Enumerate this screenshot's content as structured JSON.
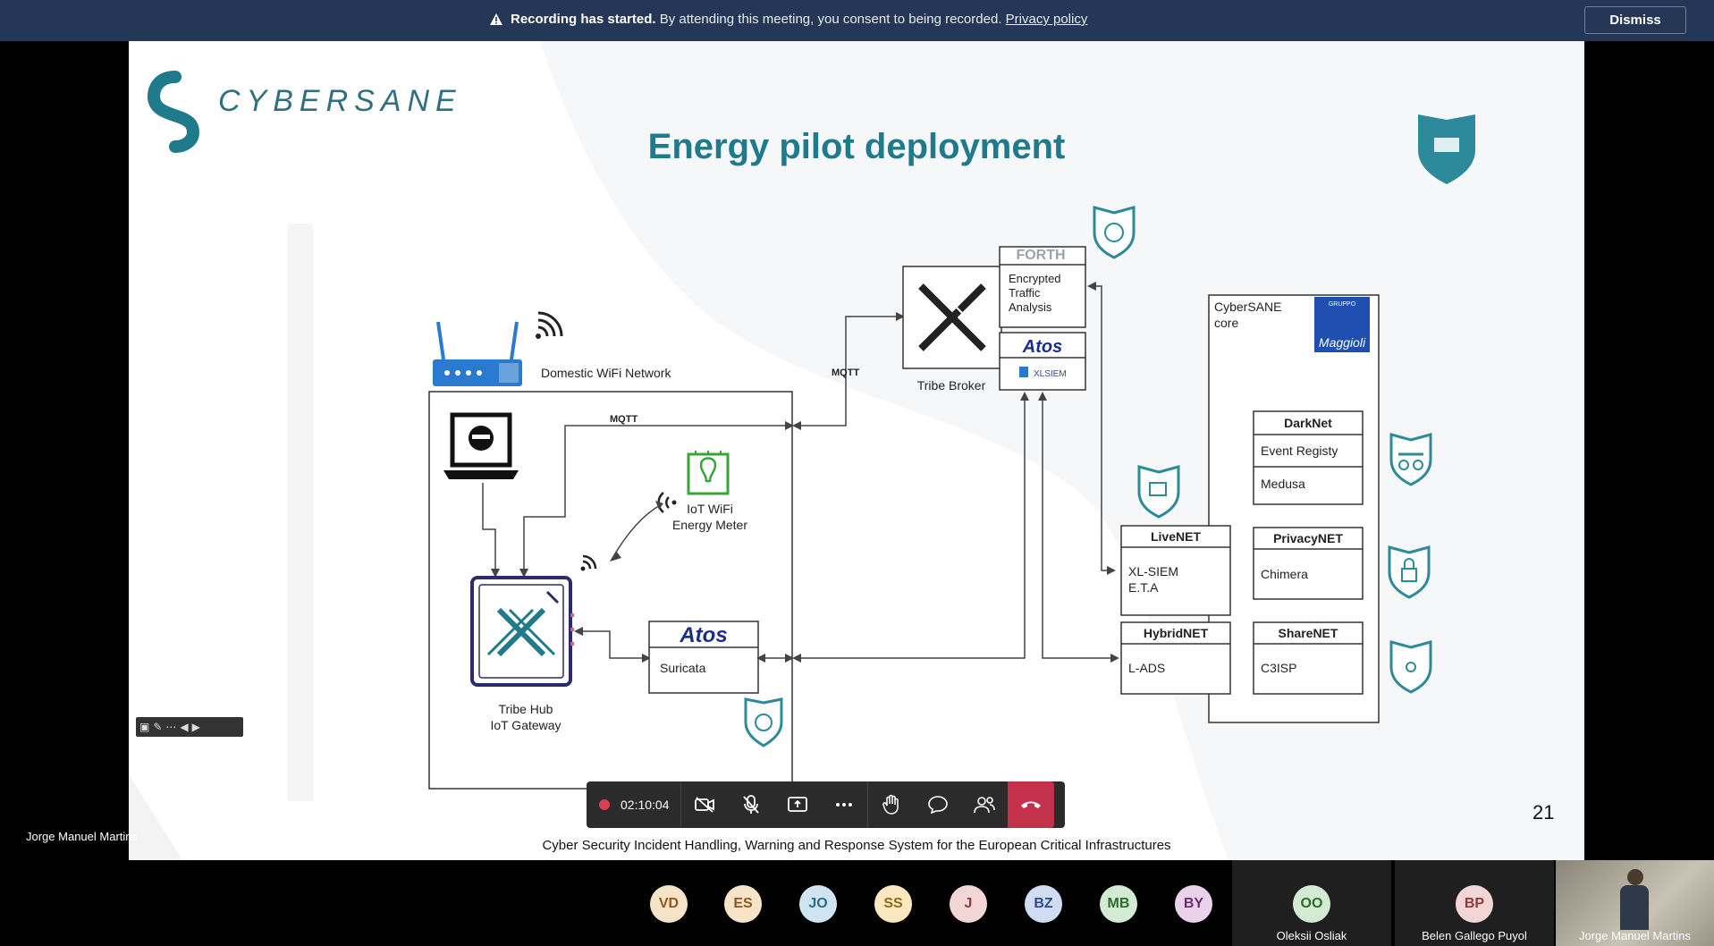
{
  "banner": {
    "bold_text": "Recording has started.",
    "message": "By attending this meeting, you consent to being recorded.",
    "link": "Privacy policy",
    "dismiss_label": "Dismiss"
  },
  "slide": {
    "logo": "CYBERSANE",
    "title": "Energy pilot deployment",
    "footer": "Cyber Security Incident Handling, Warning and Response System for the European Critical Infrastructures",
    "page_number": "21",
    "diagram": {
      "domestic_wifi": "Domestic WiFi Network",
      "mqtt_label": "MQTT",
      "iot_meter_line1": "IoT WiFi",
      "iot_meter_line2": "Energy Meter",
      "tribe_hub_line1": "Tribe Hub",
      "tribe_hub_line2": "IoT Gateway",
      "suricata_brand": "Atos",
      "suricata": "Suricata",
      "tribe_broker": "Tribe Broker",
      "forth": "FORTH",
      "eta_line1": "Encrypted",
      "eta_line2": "Traffic",
      "eta_line3": "Analysis",
      "atos": "Atos",
      "xlsiem_small": "XLSIEM",
      "core_line1": "CyberSANE",
      "core_line2": "core",
      "maggioli_top": "GRUPPO",
      "maggioli": "Maggioli",
      "darknet": "DarkNet",
      "darknet_item1": "Event Registy",
      "darknet_item2": "Medusa",
      "livenet": "LiveNET",
      "livenet_item1": "XL-SIEM",
      "livenet_item2": "E.T.A",
      "privacynet": "PrivacyNET",
      "privacynet_item": "Chimera",
      "hybridnet": "HybridNET",
      "hybridnet_item": "L-ADS",
      "sharenet": "ShareNET",
      "sharenet_item": "C3ISP"
    }
  },
  "speaker_label": "Jorge Manuel Martins",
  "controls": {
    "timer": "02:10:04"
  },
  "participants": [
    {
      "initials": "VD",
      "bg": "#f6e3c8",
      "fg": "#8a5a1e"
    },
    {
      "initials": "ES",
      "bg": "#f6e3c8",
      "fg": "#8a5a1e"
    },
    {
      "initials": "JO",
      "bg": "#cfe6f2",
      "fg": "#2b6c8d"
    },
    {
      "initials": "SS",
      "bg": "#fbe8c0",
      "fg": "#8a6a1e"
    },
    {
      "initials": "J",
      "bg": "#f2d6d6",
      "fg": "#8d3a3a"
    },
    {
      "initials": "BZ",
      "bg": "#cfdcf2",
      "fg": "#2b4c8d"
    },
    {
      "initials": "MB",
      "bg": "#d3ead3",
      "fg": "#2e6b2e"
    },
    {
      "initials": "BY",
      "bg": "#ead3ea",
      "fg": "#6b2e6b"
    }
  ],
  "tiles": [
    {
      "initials": "OO",
      "name": "Oleksii Osliak",
      "bg": "#d3ead3",
      "fg": "#2e6b2e"
    },
    {
      "initials": "BP",
      "name": "Belen Gallego Puyol",
      "bg": "#f2d6d6",
      "fg": "#8d3a3a"
    }
  ],
  "video_name": "Jorge Manuel Martins"
}
